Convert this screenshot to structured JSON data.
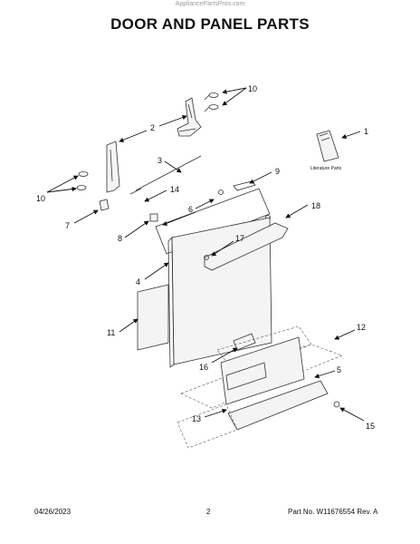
{
  "header": {
    "watermark": "AppliancePartsPros.com",
    "title": "DOOR AND PANEL PARTS"
  },
  "callouts": [
    "1",
    "2",
    "3",
    "4",
    "5",
    "7",
    "8",
    "9",
    "10",
    "10",
    "11",
    "12",
    "13",
    "14",
    "15",
    "16",
    "17",
    "18",
    "6"
  ],
  "literature_label": "Literature Parts",
  "footer": {
    "date": "04/26/2023",
    "page": "2",
    "part": "Part No. W11676554  Rev. A"
  }
}
